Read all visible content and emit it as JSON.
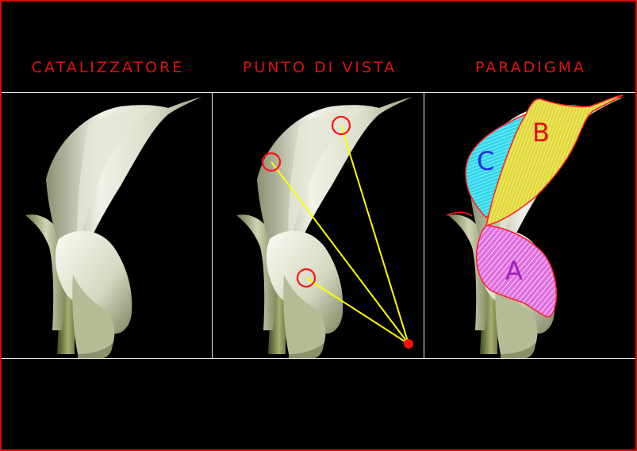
{
  "headings": {
    "catalyst": "CATALIZZATORE",
    "viewpoint": "PUNTO DI VISTA",
    "paradigm": "PARADIGMA"
  },
  "regions": {
    "a": "A",
    "b": "B",
    "c": "C"
  },
  "colors": {
    "frame": "#d01010",
    "heading": "#e01010",
    "sight_line": "#ffff00",
    "marker": "#ff1010",
    "region_a": "#e060e0",
    "region_b": "#e8e040",
    "region_c": "#40e0f0",
    "letter_a": "#a020c0",
    "letter_b": "#e01010",
    "letter_c": "#2030e0"
  }
}
